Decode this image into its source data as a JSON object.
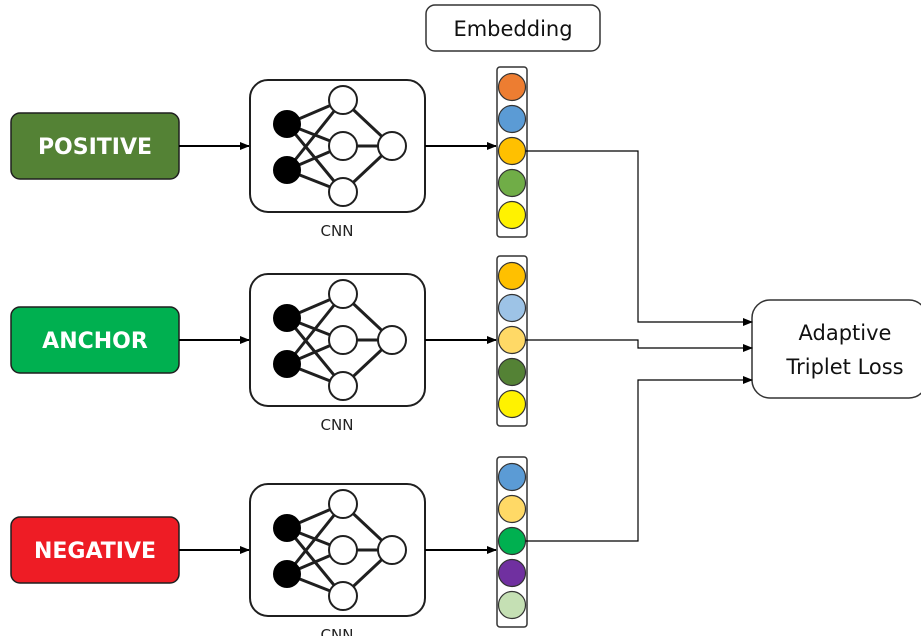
{
  "embedding_label": "Embedding",
  "loss_label_lines": [
    "Adaptive",
    "Triplet Loss"
  ],
  "cnn_label": "CNN",
  "inputs": [
    {
      "label": "POSITIVE",
      "color": "#548235",
      "embedding_colors": [
        "#ED7D31",
        "#5B9BD5",
        "#FFC000",
        "#70AD47",
        "#FFF200"
      ],
      "connected_index": 2
    },
    {
      "label": "ANCHOR",
      "color": "#00B050",
      "embedding_colors": [
        "#FFC000",
        "#9DC3E6",
        "#FFD966",
        "#548235",
        "#FFF200"
      ],
      "connected_index": 2
    },
    {
      "label": "NEGATIVE",
      "color": "#EE1C25",
      "embedding_colors": [
        "#5B9BD5",
        "#FFD966",
        "#00B050",
        "#7030A0",
        "#C5E0B4"
      ],
      "connected_index": 2
    }
  ]
}
